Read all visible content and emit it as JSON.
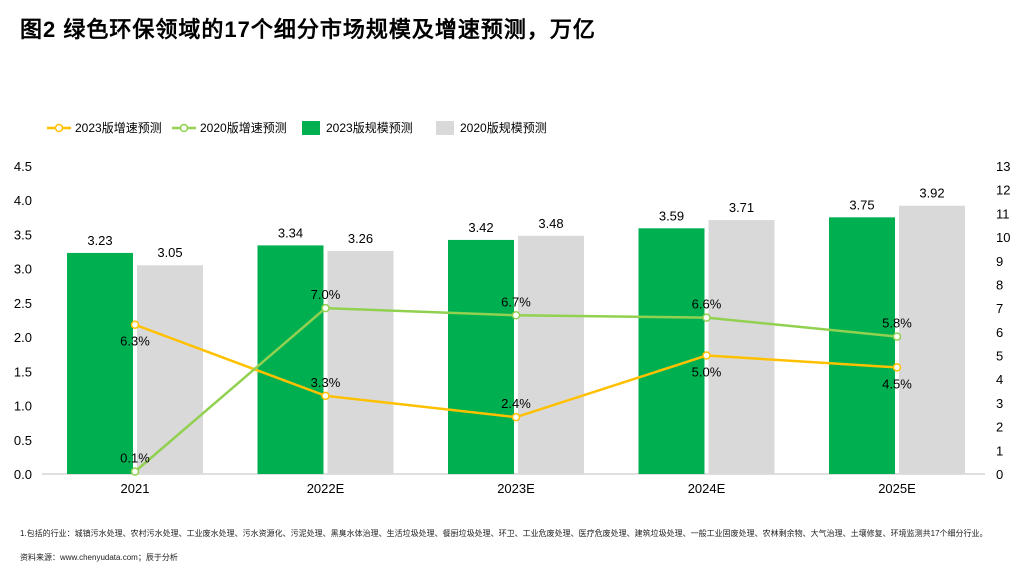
{
  "title": "图2  绿色环保领域的17个细分市场规模及增速预测，万亿",
  "footnote": "1.包括的行业：城镇污水处理、农村污水处理、工业废水处理、污水资源化、污泥处理、黑臭水体治理、生活垃圾处理、餐厨垃圾处理、环卫、工业危废处理、医疗危废处理、建筑垃圾处理、一般工业固废处理、农林剩余物、大气治理、土壤修复、环境监测共17个细分行业。",
  "source": "资料来源：www.chenyudata.com；辰于分析",
  "chart_data": {
    "type": "bar+line",
    "categories": [
      "2021",
      "2022E",
      "2023E",
      "2024E",
      "2025E"
    ],
    "bars": [
      {
        "name": "2023版规模预测",
        "color": "#00b050",
        "values": [
          3.23,
          3.34,
          3.42,
          3.59,
          3.75
        ],
        "labels": [
          "3.23",
          "3.34",
          "3.42",
          "3.59",
          "3.75"
        ]
      },
      {
        "name": "2020版规模预测",
        "color": "#d9d9d9",
        "values": [
          3.05,
          3.26,
          3.48,
          3.71,
          3.92
        ],
        "labels": [
          "3.05",
          "3.26",
          "3.48",
          "3.71",
          "3.92"
        ]
      }
    ],
    "lines": [
      {
        "name": "2023版增速预测",
        "color": "#ffc000",
        "values": [
          6.3,
          3.3,
          2.4,
          5.0,
          4.5
        ],
        "labels": [
          "6.3%",
          "3.3%",
          "2.4%",
          "5.0%",
          "4.5%"
        ]
      },
      {
        "name": "2020版增速预测",
        "color": "#92d050",
        "values": [
          0.1,
          7.0,
          6.7,
          6.6,
          5.8
        ],
        "labels": [
          "0.1%",
          "7.0%",
          "6.7%",
          "6.6%",
          "5.8%"
        ]
      }
    ],
    "legend_order": [
      "2023版增速预测",
      "2020版增速预测",
      "2023版规模预测",
      "2020版规模预测"
    ],
    "ylim": [
      0,
      4.5
    ],
    "yticks": [
      "0.0",
      "0.5",
      "1.0",
      "1.5",
      "2.0",
      "2.5",
      "3.0",
      "3.5",
      "4.0",
      "4.5"
    ],
    "y2lim": [
      0,
      13
    ],
    "y2ticks": [
      "0",
      "1",
      "2",
      "3",
      "4",
      "5",
      "6",
      "7",
      "8",
      "9",
      "10",
      "11",
      "12",
      "13"
    ],
    "legend": "top-left",
    "grid": false
  }
}
